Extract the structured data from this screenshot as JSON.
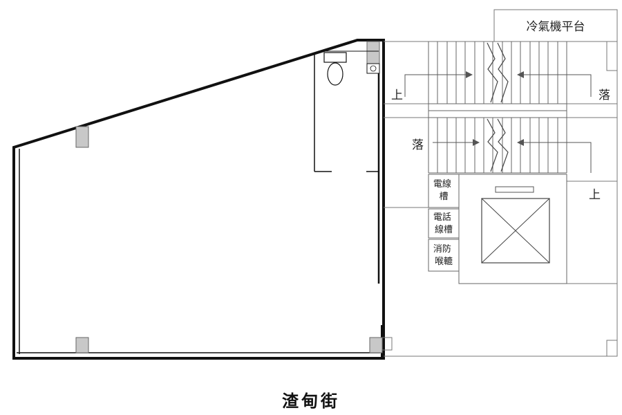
{
  "labels": {
    "ac_platform": "冷氣機平台",
    "stair_up_left": "上",
    "stair_down_right": "落",
    "stair_down_mid": "落",
    "stair_up_right": "上",
    "electric_duct": [
      "電線",
      "槽"
    ],
    "telephone_duct": [
      "電話",
      "線槽"
    ],
    "fire_sprinkler": [
      "消防",
      "喉轆"
    ]
  },
  "street_name": "渣甸街"
}
